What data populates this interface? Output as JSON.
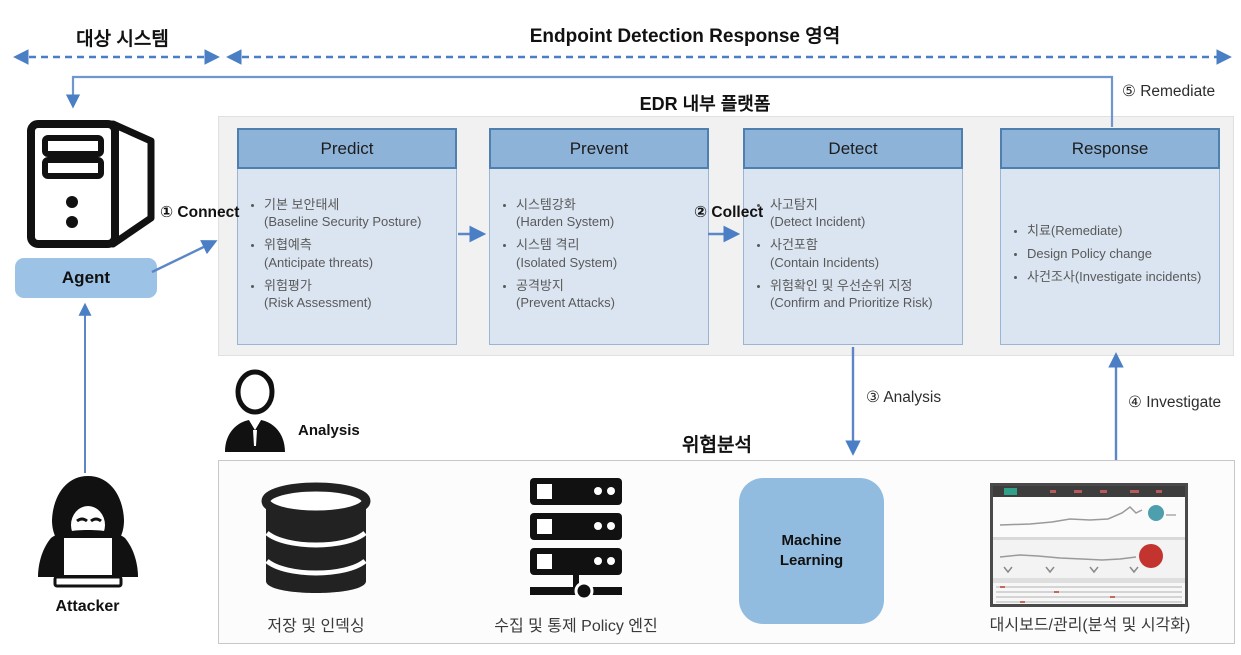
{
  "zones": {
    "target_system": "대상 시스템",
    "edr_area": "Endpoint Detection Response 영역",
    "platform_title": "EDR 내부 플랫폼"
  },
  "actors": {
    "agent": "Agent",
    "attacker": "Attacker",
    "analyst": "Analysis"
  },
  "pipeline": [
    {
      "title": "Predict",
      "items": [
        "기본 보안태세\n(Baseline Security Posture)",
        "위협예측\n(Anticipate threats)",
        "위험평가\n(Risk Assessment)"
      ]
    },
    {
      "title": "Prevent",
      "items": [
        "시스템강화\n(Harden System)",
        "시스템 격리\n(Isolated System)",
        "공격방지\n(Prevent Attacks)"
      ]
    },
    {
      "title": "Detect",
      "items": [
        "사고탐지\n(Detect Incident)",
        "사건포함\n(Contain Incidents)",
        "위험확인 및 우선순위 지정\n(Confirm and Prioritize Risk)"
      ]
    },
    {
      "title": "Response",
      "items": [
        "치료(Remediate)",
        "Design Policy change",
        "사건조사(Investigate incidents)"
      ]
    }
  ],
  "flows": {
    "connect": "① Connect",
    "collect": "② Collect",
    "analysis": "③ Analysis",
    "investigate": "④ Investigate",
    "remediate": "⑤ Remediate"
  },
  "threat_analysis": {
    "title": "위협분석",
    "storage_label": "저장 및 인덱싱",
    "policy_label": "수집 및 통제 Policy 엔진",
    "ml_label": "Machine\nLearning",
    "dashboard_label": "대시보드/관리(분석 및 시각화)"
  },
  "colors": {
    "line_blue": "#4a7ec5",
    "header_blue": "#8db3d9",
    "body_blue": "#dbe5f1",
    "accent_blue": "#9cc2e5",
    "alert_red": "#c4342f",
    "teal": "#4e9fae"
  }
}
